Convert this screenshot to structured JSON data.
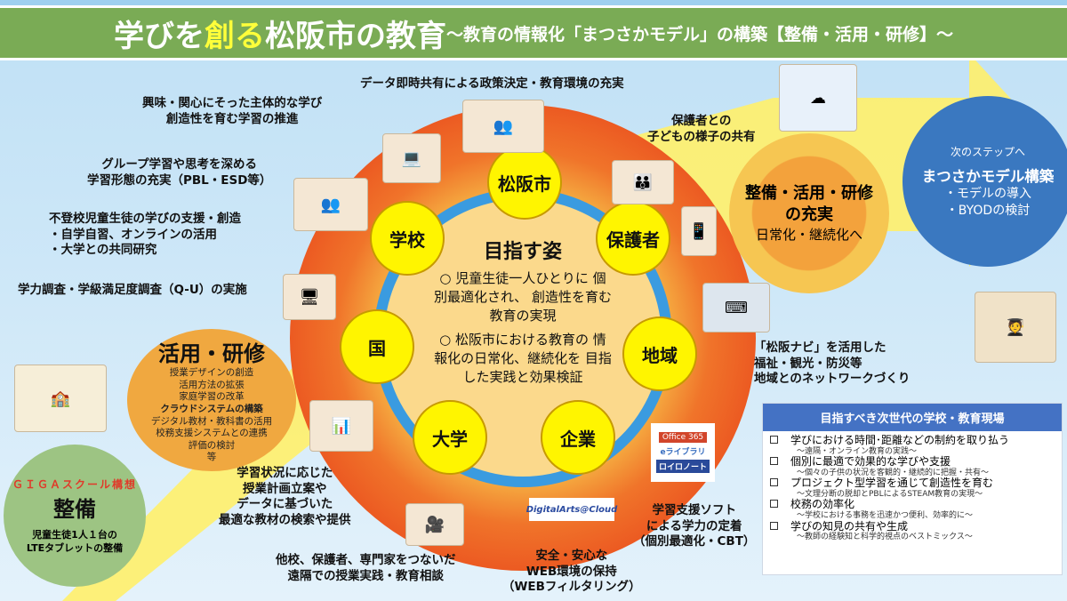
{
  "title": {
    "part1": "学びを",
    "part2": "創る",
    "part3": "松阪市の教育",
    "part4": "～教育の情報化「まつさかモデル」の構築【整備・活用・研修】～"
  },
  "center": {
    "heading": "目指す姿",
    "p1": "○ 児童生徒一人ひとりに 個別最適化され、 創造性を育む教育の実現",
    "p2": "○ 松阪市における教育の 情報化の日常化、継続化を 目指した実践と効果検証"
  },
  "nodes": [
    "松阪市",
    "保護者",
    "地域",
    "企業",
    "大学",
    "国",
    "学校"
  ],
  "annotations": {
    "top": "データ即時共有による政策決定・教育環境の充実",
    "a1": "興味・関心にそった主体的な学び\n創造性を育む学習の推進",
    "a2": "グループ学習や思考を深める\n学習形態の充実（PBL・ESD等）",
    "a3": "不登校児童生徒の学びの支援・創造\n・自学自習、オンラインの活用\n・大学との共同研究",
    "a4": "学力調査・学級満足度調査（Q-U）の実施",
    "parents": "保護者との\n子どもの様子の共有",
    "region": "「松阪ナビ」を活用した\n福祉・観光・防災等\n地域とのネットワークづくり",
    "plan": "学習状況に応じた\n授業計画立案や\nデータに基づいた\n最適な教材の検索や提供",
    "remote": "他校、保護者、専門家をつないだ\n遠隔での授業実践・教育相談",
    "web": "安全・安心な\nWEB環境の保持\n（WEBフィルタリング）",
    "soft": "学習支援ソフト\nによる学力の定着\n（個別最適化・CBT）"
  },
  "katsuyo": {
    "heading": "活用・研修",
    "items": [
      "授業デザインの創造",
      "活用方法の拡張",
      "家庭学習の改革",
      "クラウドシステムの構築",
      "デジタル教材・教科書の活用",
      "校務支援システムとの連携",
      "評価の検討",
      "等"
    ]
  },
  "seibi": {
    "sub": "ＧＩＧＡスクール構想",
    "heading": "整備",
    "desc": "児童生徒1人１台の\nLTEタブレットの整備"
  },
  "juujitsu": {
    "heading": "整備・活用・研修\nの充実",
    "desc": "日常化・継続化へ"
  },
  "next": {
    "sub": "次のステップへ",
    "heading": "まつさかモデル構築",
    "items": [
      "・モデルの導入",
      "・BYODの検討"
    ]
  },
  "goal": {
    "header": "目指すべき次世代の学校・教育現場",
    "items": [
      {
        "main": "学びにおける時間･距離などの制約を取り払う",
        "sub": "～遠隔・オンライン教育の実践～"
      },
      {
        "main": "個別に最適で効果的な学びや支援",
        "sub": "～個々の子供の状況を客観的・継続的に把握・共有～"
      },
      {
        "main": "プロジェクト型学習を通じて創造性を育む",
        "sub": "～文理分断の脱却とPBLによるSTEAM教育の実現～"
      },
      {
        "main": "校務の効率化",
        "sub": "～学校における事務を迅速かつ便利、効率的に～"
      },
      {
        "main": "学びの知見の共有や生成",
        "sub": "～教師の経験知と科学的視点のベストミックス～"
      }
    ]
  },
  "logos": {
    "office": "Office 365",
    "elibrary": "eライブラリ",
    "loilo": "ロイロノート",
    "digitalarts": "DigitalArts@Cloud"
  },
  "colors": {
    "banner": "#7aab55",
    "ring": "#f07020",
    "node": "#fff500",
    "blue": "#3a78c0"
  }
}
